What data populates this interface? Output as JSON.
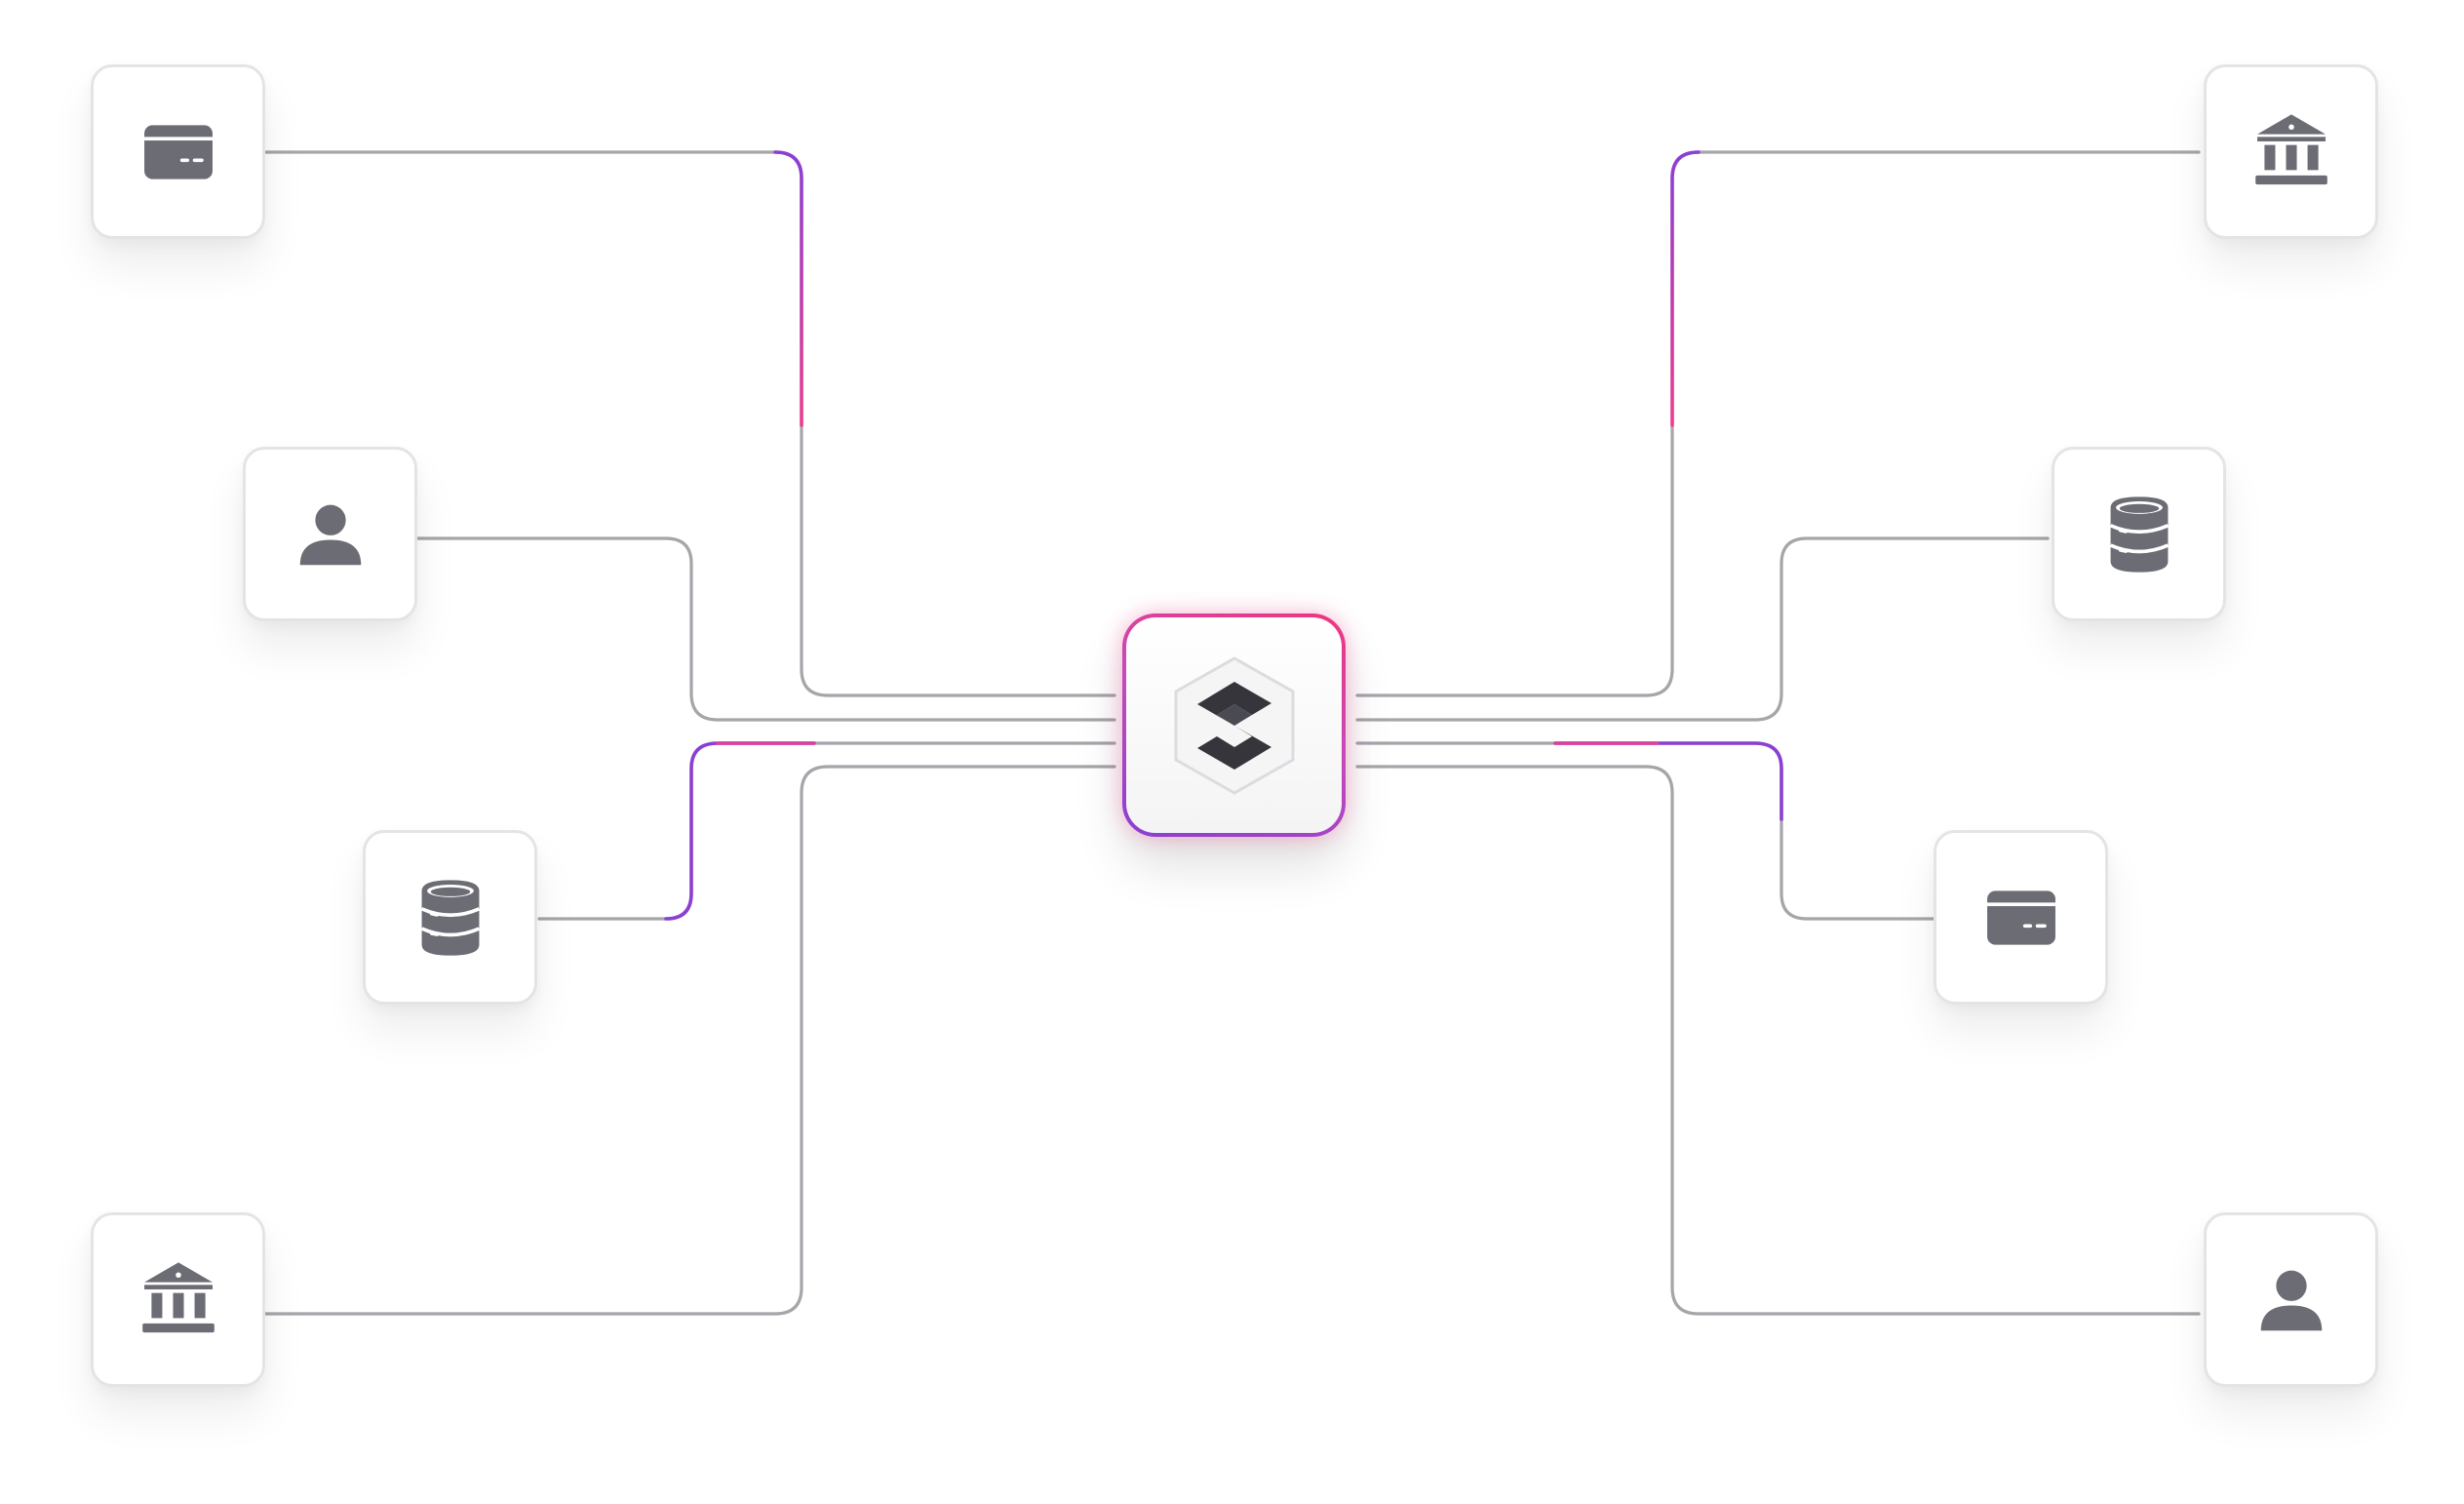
{
  "colors": {
    "line": "#a5a5aa",
    "accent_pink": "#ec3f8f",
    "accent_purple": "#8b3fd3",
    "icon": "#6c6c74",
    "card_border": "#e4e4e7",
    "hub_mark": "#35353b"
  },
  "hub": {
    "icon": "hexagon-s-logo-icon"
  },
  "nodes": [
    {
      "id": "left-1",
      "icon": "credit-card-icon"
    },
    {
      "id": "left-2",
      "icon": "user-icon"
    },
    {
      "id": "left-3",
      "icon": "database-icon"
    },
    {
      "id": "left-4",
      "icon": "bank-icon"
    },
    {
      "id": "right-1",
      "icon": "bank-icon"
    },
    {
      "id": "right-2",
      "icon": "database-icon"
    },
    {
      "id": "right-3",
      "icon": "credit-card-icon"
    },
    {
      "id": "right-4",
      "icon": "user-icon"
    }
  ]
}
